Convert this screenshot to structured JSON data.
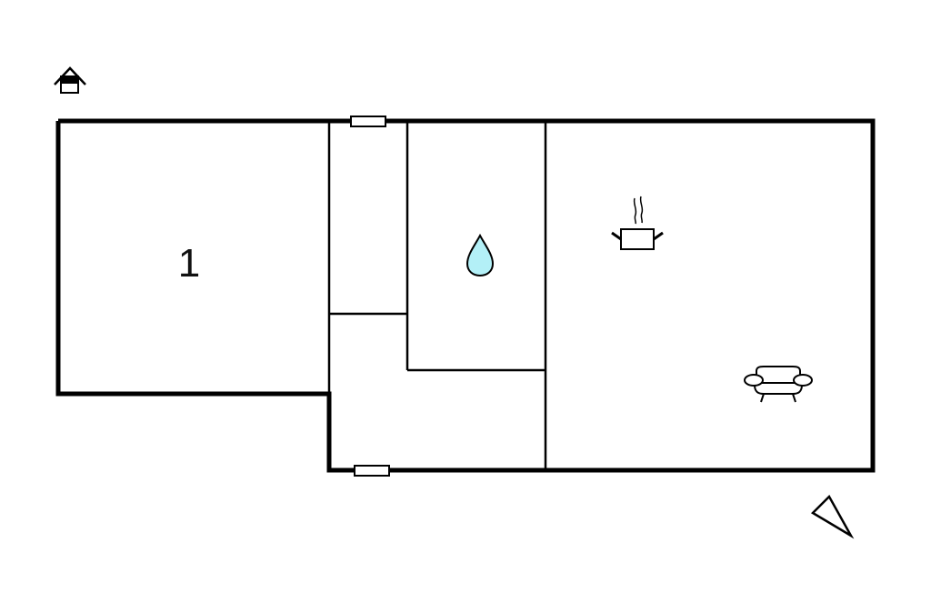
{
  "floorplan": {
    "colors": {
      "wall": "#000000",
      "background": "#ffffff",
      "water_drop_fill": "#b3f0f7"
    },
    "rooms": [
      {
        "id": "room-1",
        "label": "1",
        "type": "bedroom"
      },
      {
        "id": "hallway-upper",
        "label": "",
        "type": "hallway"
      },
      {
        "id": "bathroom",
        "label": "",
        "type": "bathroom",
        "icon": "water-drop-icon"
      },
      {
        "id": "entrance",
        "label": "",
        "type": "entrance-hall"
      },
      {
        "id": "kitchen-living",
        "label": "",
        "type": "kitchen-living-room",
        "icons": [
          "cooking-pot-icon",
          "sofa-icon"
        ]
      }
    ],
    "icons": [
      {
        "name": "house-entrance-icon"
      },
      {
        "name": "water-drop-icon"
      },
      {
        "name": "cooking-pot-icon"
      },
      {
        "name": "sofa-icon"
      },
      {
        "name": "north-arrow-icon"
      }
    ],
    "windows": [
      {
        "name": "window-top"
      },
      {
        "name": "window-bottom"
      }
    ]
  }
}
